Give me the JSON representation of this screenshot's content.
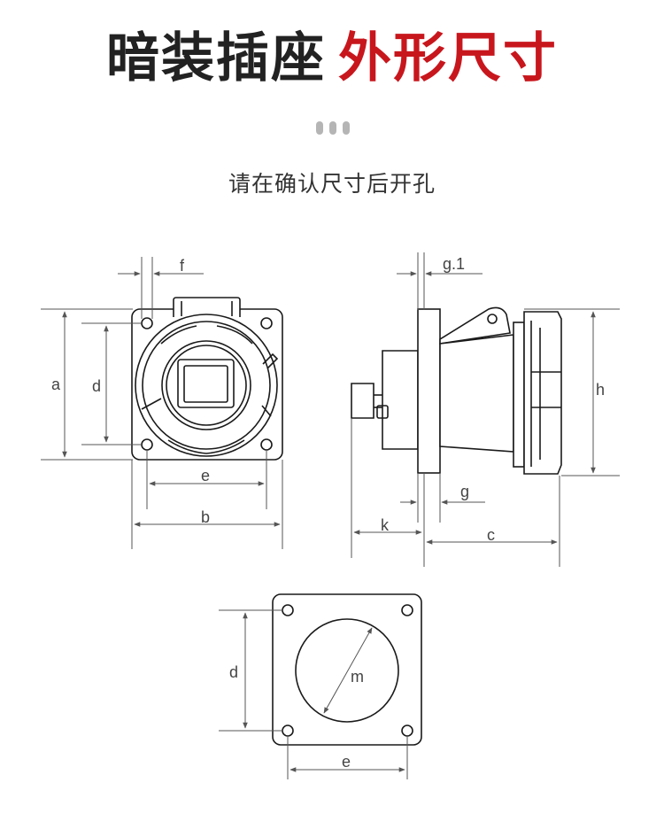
{
  "title": {
    "part1": "暗装插座",
    "part2": "外形尺寸"
  },
  "subtitle": "请在确认尺寸后开孔",
  "colors": {
    "accent": "#c8161d",
    "line": "#1a1a1a",
    "dim": "#555555"
  },
  "labels": {
    "a": "a",
    "b": "b",
    "c": "c",
    "d": "d",
    "e": "e",
    "f": "f",
    "g": "g",
    "g1": "g.1",
    "h": "h",
    "k": "k",
    "m": "m"
  }
}
